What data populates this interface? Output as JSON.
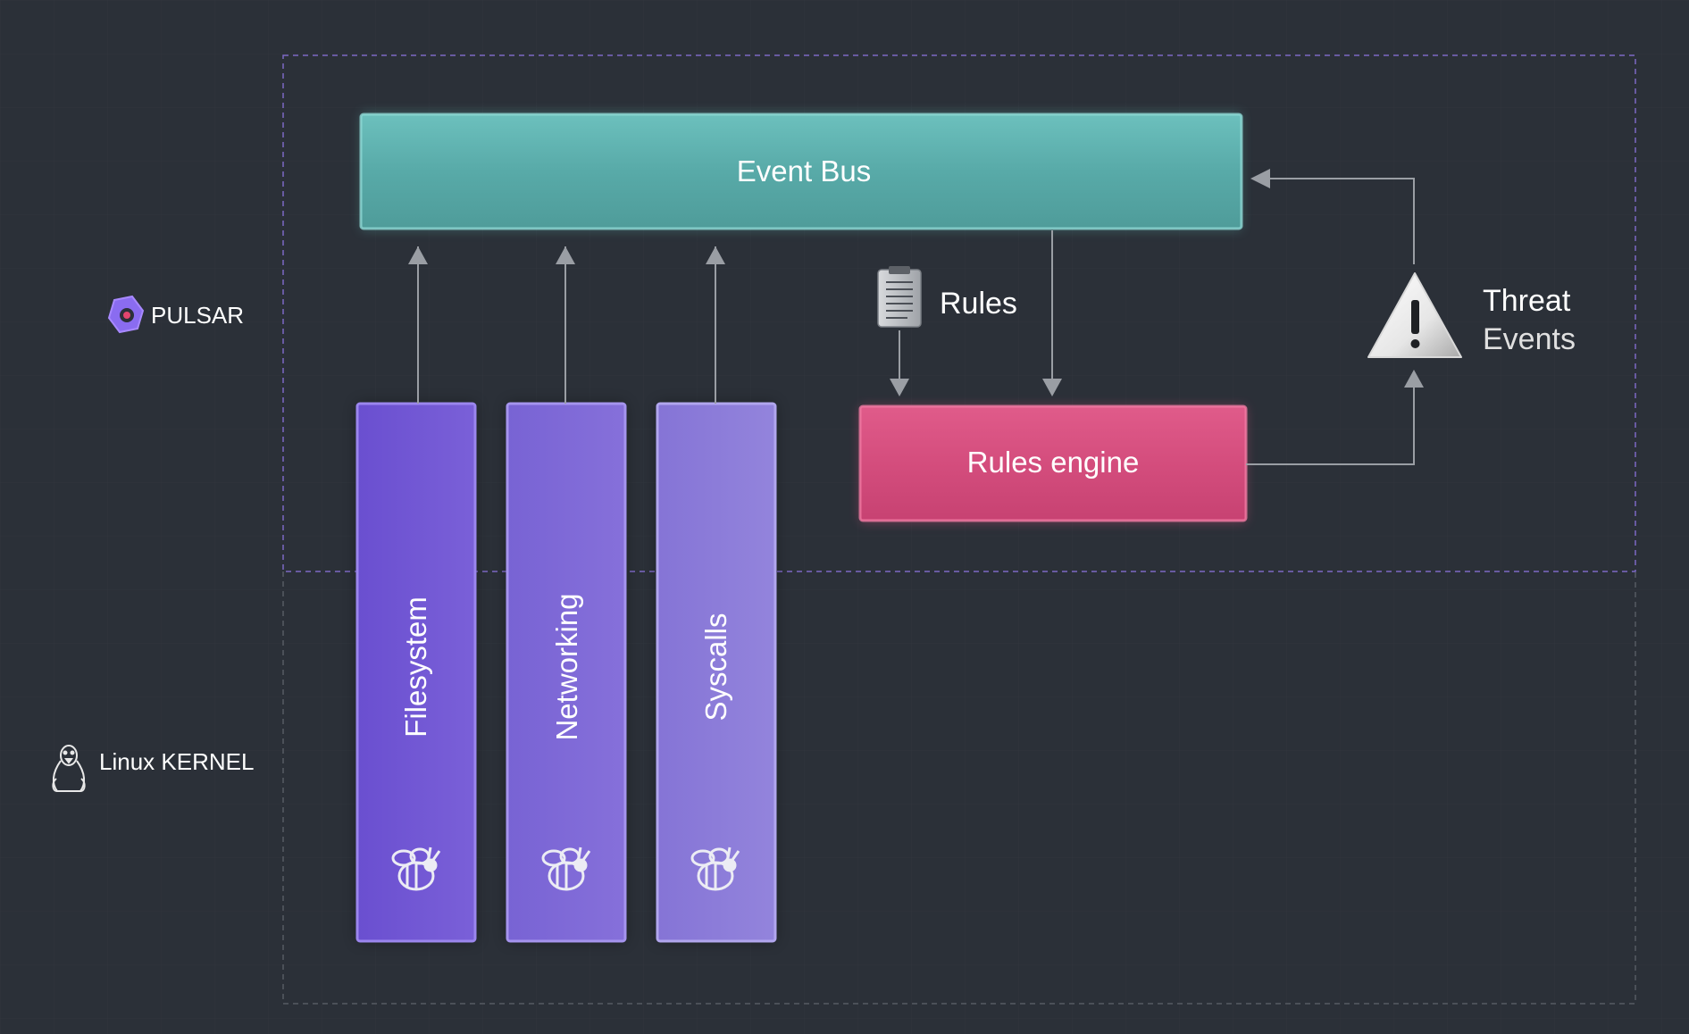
{
  "layers": {
    "pulsar": "PULSAR",
    "kernel": "Linux KERNEL"
  },
  "nodes": {
    "event_bus": "Event Bus",
    "rules": "Rules",
    "rules_engine": "Rules engine",
    "threat": "Threat",
    "events": "Events"
  },
  "probes": [
    {
      "label": "Filesystem",
      "icon": "bee-icon"
    },
    {
      "label": "Networking",
      "icon": "bee-icon"
    },
    {
      "label": "Syscalls",
      "icon": "bee-icon"
    }
  ],
  "icons": {
    "pulsar": "pulsar-logo-icon",
    "kernel": "tux-penguin-icon",
    "rules": "clipboard-icon",
    "threat": "warning-triangle-icon"
  },
  "colors": {
    "background": "#2b3038",
    "event_bus": "#58aaa8",
    "rules_engine": "#d44d7d",
    "probe_filesystem": "#7158d2",
    "probe_networking": "#7f6bd6",
    "probe_syscalls": "#8b7dd8",
    "pulsar_border": "#7d68c4",
    "kernel_border": "#565b63",
    "arrow": "#9a9ea4"
  }
}
